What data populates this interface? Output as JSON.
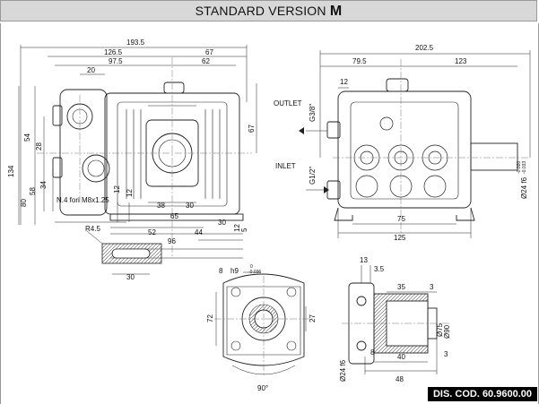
{
  "header": {
    "title_prefix": "STANDARD VERSION ",
    "title_letter": "M"
  },
  "footer": {
    "code": "DIS. COD. 60.9600.00"
  },
  "front_view": {
    "dims_top": [
      "193.5",
      "126.5",
      "67",
      "97.5",
      "62",
      "20"
    ],
    "dims_left": [
      "134",
      "54",
      "28",
      "80",
      "58",
      "34"
    ],
    "dims_bottom": [
      "38",
      "30",
      "65",
      "30",
      "52",
      "44",
      "96"
    ],
    "dims_right": [
      "67"
    ],
    "dims_misc": [
      "12",
      "12",
      "12",
      "5"
    ],
    "note": "N.4 fori M8x1.25"
  },
  "side_view": {
    "dims_top": [
      "202.5",
      "79.5",
      "123",
      "12"
    ],
    "dims_bottom": [
      "75",
      "125"
    ],
    "outlet_label": "OUTLET",
    "outlet_thread": "G3/8\"",
    "inlet_label": "INLET",
    "inlet_thread": "G1/2\"",
    "shaft_dim": "Ø24 f6",
    "shaft_tol_top": "-0.020",
    "shaft_tol_bottom": "-0.033"
  },
  "slot_detail": {
    "radius": "R4.5",
    "width": "30"
  },
  "flange_view": {
    "dims": [
      "8",
      "h9",
      "72",
      "27",
      "90°"
    ],
    "tol_top": "0",
    "tol_bottom": "-0.036"
  },
  "shaft_view": {
    "dims": [
      "13",
      "3.5",
      "35",
      "3",
      "8",
      "40",
      "48"
    ],
    "dia_labels": [
      "Ø75",
      "Ø90",
      "Ø24 f6",
      "3"
    ]
  }
}
